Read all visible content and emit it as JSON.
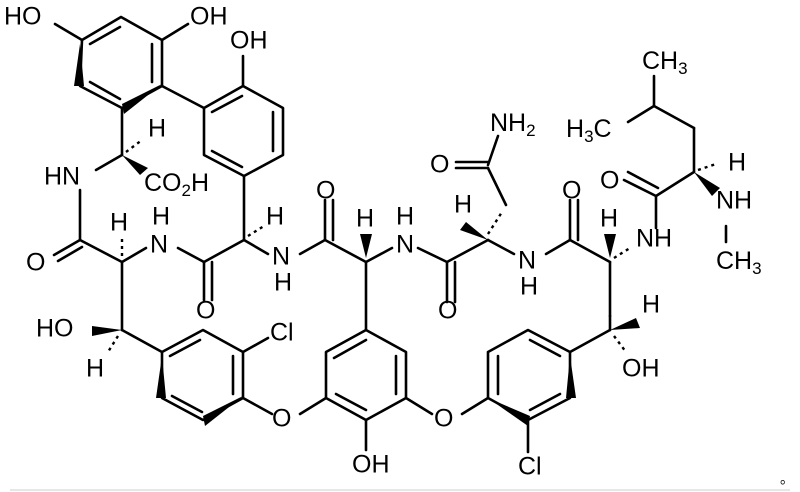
{
  "diagram": {
    "type": "chemical-structure",
    "compound_class": "glycopeptide aglycone",
    "atom_labels": {
      "ho_top_left": "HO",
      "oh_top_mid": "OH",
      "oh_biaryl": "OH",
      "h_alpha1": "H",
      "hn_alpha1": "HN",
      "co2h": "CO",
      "co2h_sub": "2",
      "co2h_h": "H",
      "o_amide1": "O",
      "h_alpha2": "H",
      "nh2_top_h": "H",
      "n_amide2": "N",
      "o_amide2": "O",
      "h_alpha3": "H",
      "n_amide3": "N",
      "h_amide3": "H",
      "o_amide3": "O",
      "h_alpha4": "H",
      "n_amide4": "N",
      "h_amide4_top": "H",
      "o_amide4": "O",
      "h_alpha5": "H",
      "n_amide5": "N",
      "h_amide5": "H",
      "o_amide5": "O",
      "h_alpha6": "H",
      "nh_amide6": "NH",
      "nh2": "NH",
      "nh2_sub": "2",
      "o_asn": "O",
      "ch3_top": "CH",
      "ch3_top_sub": "3",
      "h3c": "H",
      "h3c_sub": "3",
      "h3c_c": "C",
      "o_leu": "O",
      "h_leu": "H",
      "nh_methyl": "NH",
      "ch3_methyl": "CH",
      "ch3_methyl_sub": "3",
      "ho_left": "HO",
      "h_left": "H",
      "cl_left": "Cl",
      "o_ether_left": "O",
      "oh_bottom": "OH",
      "o_ether_right": "O",
      "cl_right": "Cl",
      "h_right": "H",
      "oh_right": "OH"
    },
    "footer_mark": "。"
  }
}
